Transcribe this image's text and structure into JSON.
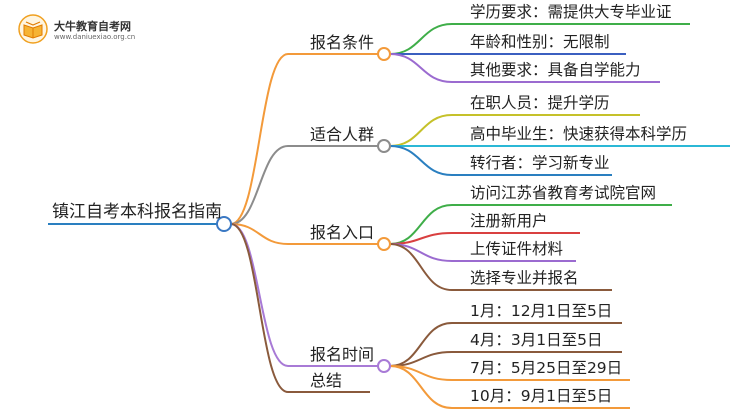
{
  "logo": {
    "title": "大牛教育自考网",
    "url": "www.daniuexiao.org.cn"
  },
  "mindmap": {
    "root": {
      "label": "镇江自考本科报名指南"
    },
    "branches": [
      {
        "id": "conditions",
        "label": "报名条件",
        "color": "#f39a3a",
        "children": [
          {
            "label": "学历要求：需提供大专毕业证",
            "color": "#3fae49"
          },
          {
            "label": "年龄和性别：无限制",
            "color": "#3b5fc0"
          },
          {
            "label": "其他要求：具备自学能力",
            "color": "#9b6bd0"
          }
        ]
      },
      {
        "id": "audience",
        "label": "适合人群",
        "color": "#8c8c8c",
        "children": [
          {
            "label": "在职人员：提升学历",
            "color": "#c5c12a"
          },
          {
            "label": "高中毕业生：快速获得本科学历",
            "color": "#2bb8d6"
          },
          {
            "label": "转行者：学习新专业",
            "color": "#2a7fc0"
          }
        ]
      },
      {
        "id": "entry",
        "label": "报名入口",
        "color": "#f39a3a",
        "children": [
          {
            "label": "访问江苏省教育考试院官网",
            "color": "#3fae49"
          },
          {
            "label": "注册新用户",
            "color": "#d94040"
          },
          {
            "label": "上传证件材料",
            "color": "#9b6bd0"
          },
          {
            "label": "选择专业并报名",
            "color": "#8a5a3c"
          }
        ]
      },
      {
        "id": "time",
        "label": "报名时间",
        "color": "#a87ad6",
        "children": [
          {
            "label": "1月：12月1日至5日",
            "color": "#8a5a3c"
          },
          {
            "label": "4月：3月1日至5日",
            "color": "#8a5a3c"
          },
          {
            "label": "7月：5月25日至29日",
            "color": "#f39a3a"
          },
          {
            "label": "10月：9月1日至5日",
            "color": "#f39a3a"
          }
        ]
      },
      {
        "id": "summary",
        "label": "总结",
        "color": "#8a5a3c",
        "children": []
      }
    ]
  },
  "colors": {
    "root_underline": "#2a7fc0",
    "node_circle_stroke": "#3a78c3"
  }
}
